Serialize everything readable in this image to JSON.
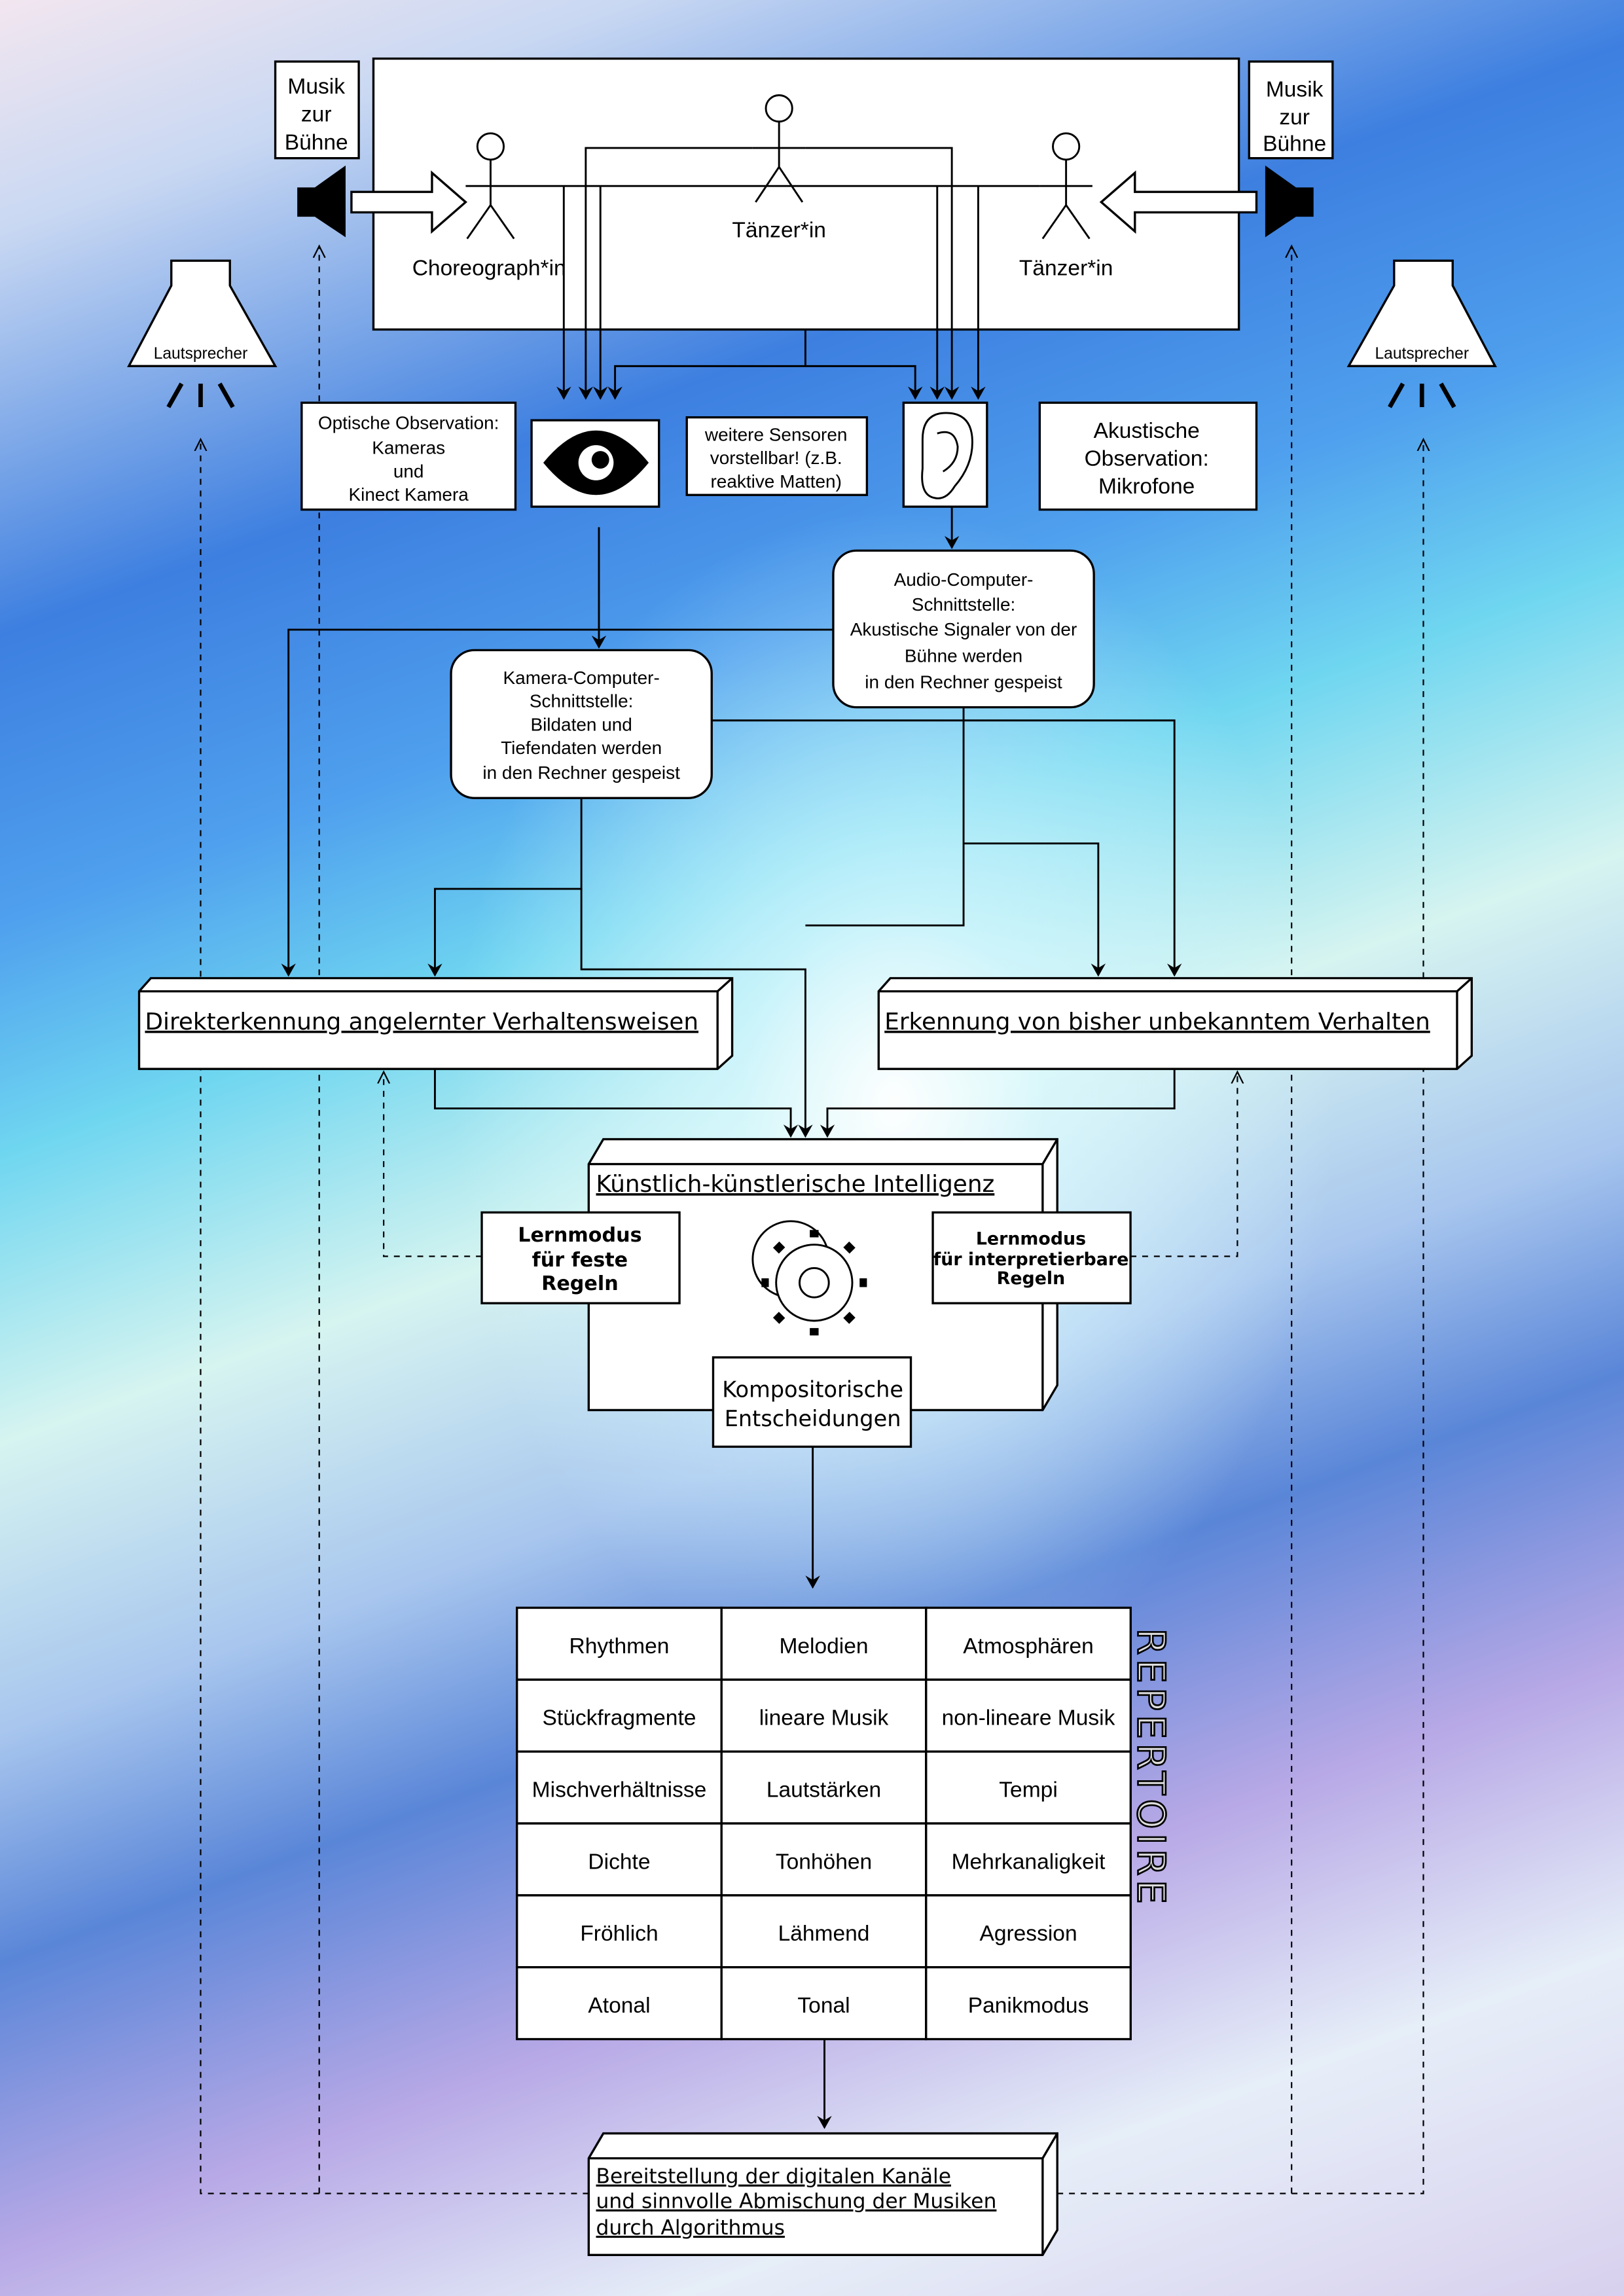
{
  "stage": {
    "music_left": [
      "Musik",
      "zur",
      "Bühne"
    ],
    "music_right": [
      "Musik",
      "zur",
      "Bühne"
    ],
    "choreographer": "Choreograph*in",
    "dancer_center": "Tänzer*in",
    "dancer_right": "Tänzer*in"
  },
  "speaker_label": "Lautsprecher",
  "sensors": {
    "optical": [
      "Optische Observation:",
      "Kameras",
      "und",
      "Kinect Kamera"
    ],
    "further": [
      "weitere Sensoren",
      "vorstellbar! (z.B.",
      "reaktive Matten)"
    ],
    "acoustic": [
      "Akustische",
      "Observation:",
      "Mikrofone"
    ]
  },
  "audio_interface": [
    "Audio-Computer-",
    "Schnittstelle:",
    "Akustische Signaler von der",
    "Bühne werden",
    "in den Rechner gespeist"
  ],
  "camera_interface": [
    "Kamera-Computer-",
    "Schnittstelle:",
    "Bildaten und",
    "Tiefendaten werden",
    "in den Rechner gespeist"
  ],
  "direct_recognition": "Direkterkennung angelernter Verhaltensweisen",
  "unknown_recognition": "Erkennung von bisher unbekanntem Verhalten",
  "ai": {
    "title": "Künstlich-künstlerische Intelligenz",
    "learn_fixed": [
      "Lernmodus",
      "für feste",
      "Regeln"
    ],
    "learn_interpretable": [
      "Lernmodus",
      "für interpretierbare",
      "Regeln"
    ],
    "decisions": [
      "Kompositorische",
      "Entscheidungen"
    ]
  },
  "repertoire": {
    "title": "REPERTOIRE",
    "rows": [
      [
        "Rhythmen",
        "Melodien",
        "Atmosphären"
      ],
      [
        "Stückfragmente",
        "lineare Musik",
        "non-lineare Musik"
      ],
      [
        "Mischverhältnisse",
        "Lautstärken",
        "Tempi"
      ],
      [
        "Dichte",
        "Tonhöhen",
        "Mehrkanaligkeit"
      ],
      [
        "Fröhlich",
        "Lähmend",
        "Agression"
      ],
      [
        "Atonal",
        "Tonal",
        "Panikmodus"
      ]
    ]
  },
  "output": [
    "Bereitstellung der digitalen Kanäle",
    "und sinnvolle Abmischung der Musiken",
    "durch Algorithmus"
  ]
}
